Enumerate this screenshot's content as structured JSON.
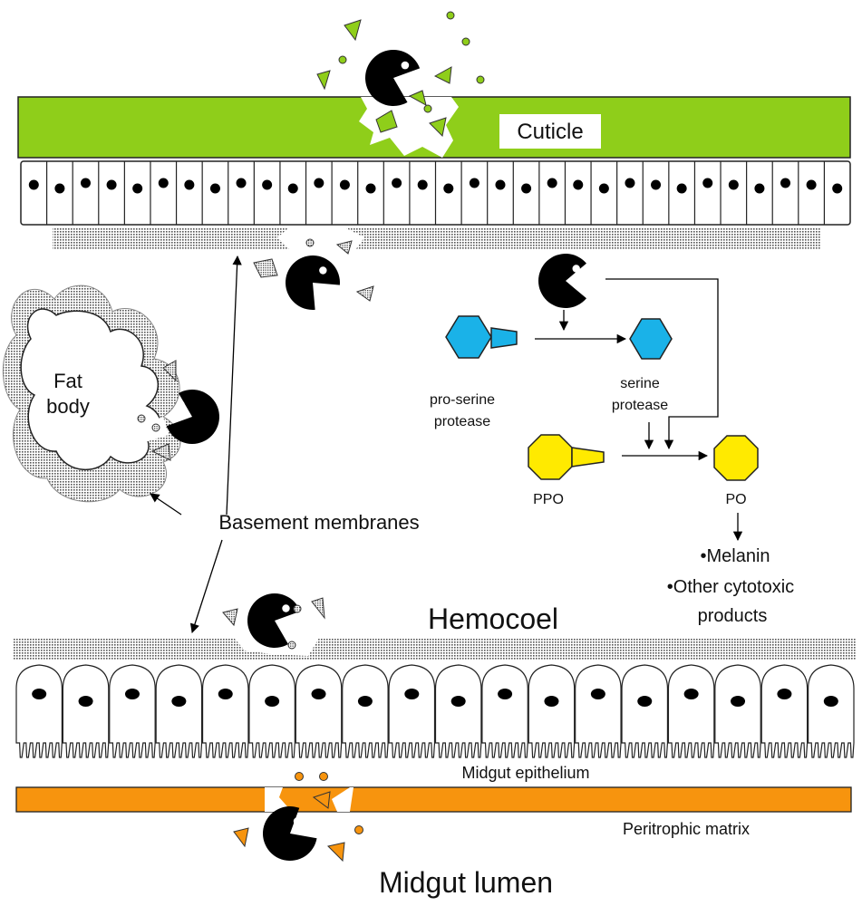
{
  "labels": {
    "cuticle": "Cuticle",
    "fat_body_line1": "Fat",
    "fat_body_line2": "body",
    "basement_membranes": "Basement membranes",
    "hemocoel": "Hemocoel",
    "midgut_epithelium": "Midgut epithelium",
    "peritrophic_matrix": "Peritrophic matrix",
    "midgut_lumen": "Midgut lumen",
    "pro_serine_protease_line1": "pro-serine",
    "pro_serine_protease_line2": "protease",
    "serine_protease_line1": "serine",
    "serine_protease_line2": "protease",
    "ppo": "PPO",
    "po": "PO",
    "product_1": "•Melanin",
    "product_2_line1": "•Other cytotoxic",
    "product_2_line2": "products"
  },
  "colors": {
    "cuticle": "#8fce1a",
    "peritrophic_matrix": "#f7940e",
    "serine_protease": "#1ab2e8",
    "prophenoloxidase": "#ffea00",
    "protease_enzyme": "#000000",
    "membrane_texture": "#8a8a8a"
  },
  "icons": {
    "enzyme": "pac-man-enzyme-icon",
    "fragments": "degraded-fragment-icon"
  }
}
